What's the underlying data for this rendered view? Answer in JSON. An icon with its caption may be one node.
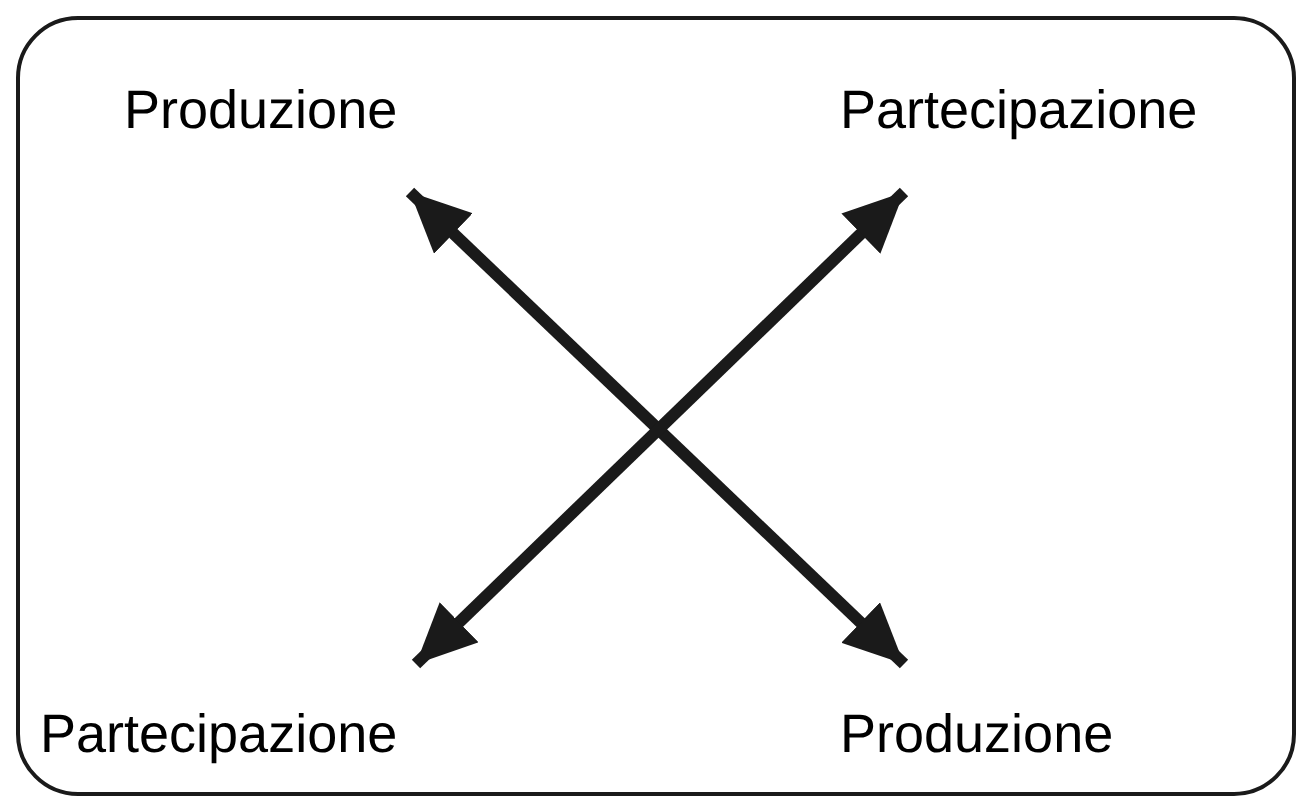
{
  "diagram": {
    "nodes": [
      {
        "text": [
          "Produzione"
        ]
      },
      {
        "text": [
          "Partecipazione"
        ]
      },
      {
        "text": [
          "Partecipazione"
        ]
      },
      {
        "text": [
          "Produzione"
        ]
      }
    ],
    "edges": [
      {
        "from": 0,
        "to": 3,
        "arrow": "both"
      },
      {
        "from": 1,
        "to": 2,
        "arrow": "both"
      }
    ]
  }
}
